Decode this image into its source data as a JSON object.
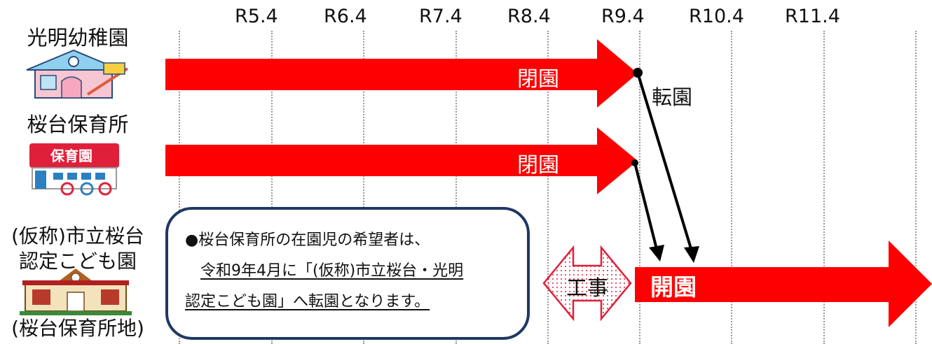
{
  "timeline": {
    "ticks": [
      "R5.4",
      "R6.4",
      "R7.4",
      "R8.4",
      "R9.4",
      "R10.4",
      "R11.4"
    ]
  },
  "institutions": {
    "komei": {
      "name": "光明幼稚園",
      "bar_label": "閉園"
    },
    "sakuradai_hoiku": {
      "name": "桜台保育所",
      "bar_label": "閉園",
      "icon_text": "保育園"
    },
    "new_kodomoen": {
      "name_line1": "(仮称)市立桜台",
      "name_line2": "認定こども園",
      "name_line3": "(桜台保育所地)",
      "bar_label": "開園",
      "construction_label": "工事"
    }
  },
  "transfer_label": "転園",
  "note": {
    "line1": "●桜台保育所の在園児の希望者は、",
    "line2": "令和9年4月に「(仮称)市立桜台・光明",
    "line3": "認定こども園」へ転園となります。"
  },
  "colors": {
    "closing_arrow": "#ff0000",
    "note_border": "#1f3864",
    "construction_border": "#e0203a"
  }
}
